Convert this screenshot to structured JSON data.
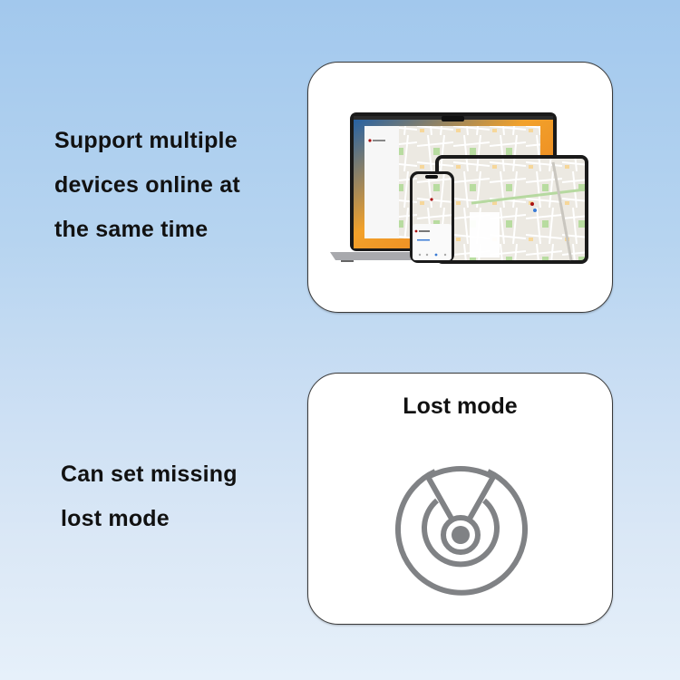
{
  "background": {
    "gradient_top": "#a2c8ed",
    "gradient_bottom": "#e6f0fa"
  },
  "features": [
    {
      "text_lines": [
        "Support multiple",
        "devices online at",
        "the same time"
      ],
      "card": {
        "image": "devices-illustration",
        "devices": [
          "laptop",
          "tablet",
          "smartphone"
        ],
        "content": "map-app"
      }
    },
    {
      "text_lines": [
        "Can set missing",
        "lost mode"
      ],
      "card": {
        "title": "Lost mode",
        "icon": "radar-lost-mode-icon",
        "icon_color": "#808285"
      }
    }
  ]
}
